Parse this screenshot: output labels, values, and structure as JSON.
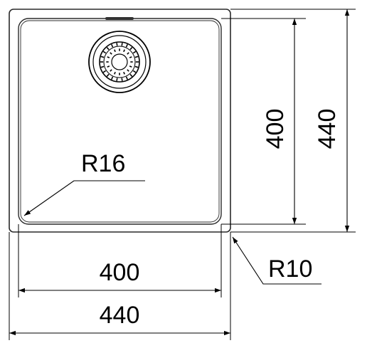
{
  "drawing": {
    "inner_width_label": "400",
    "outer_width_label": "440",
    "inner_height_label": "400",
    "outer_height_label": "440",
    "inner_radius_label": "R16",
    "outer_radius_label": "R10"
  },
  "colors": {
    "line": "#000000",
    "outline": "#2a2a2a",
    "background": "#ffffff"
  }
}
